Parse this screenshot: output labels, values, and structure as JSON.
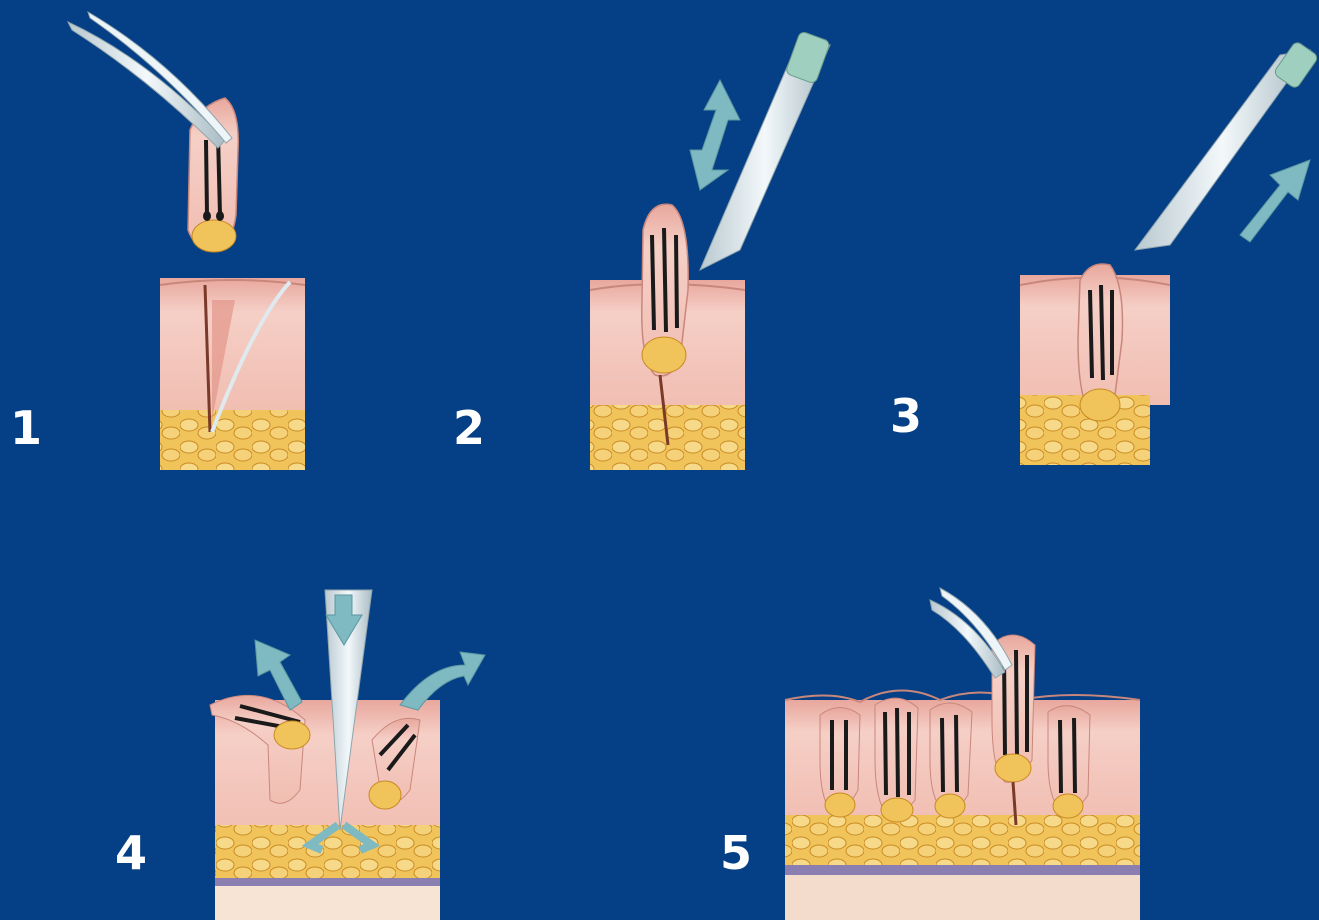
{
  "steps": [
    {
      "label": "1"
    },
    {
      "label": "2"
    },
    {
      "label": "3"
    },
    {
      "label": "4"
    },
    {
      "label": "5"
    }
  ],
  "colors": {
    "background": "#053f85",
    "skin": "#f2c2b6",
    "skin_dark": "#d98f86",
    "fat": "#f0c45a",
    "fat_dark": "#c98a22",
    "instrument": "#dfe9ee",
    "arrow": "#7fb9c2",
    "hair": "#1a1a1a"
  }
}
